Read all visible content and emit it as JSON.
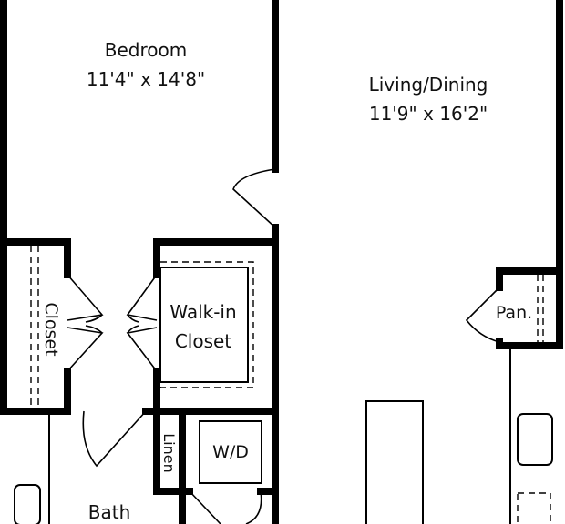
{
  "rooms": {
    "bedroom": {
      "name": "Bedroom",
      "dims": "11'4\" x 14'8\""
    },
    "living": {
      "name": "Living/Dining",
      "dims": "11'9\" x 16'2\""
    },
    "closet": {
      "name": "Closet"
    },
    "walkin": {
      "line1": "Walk-in",
      "line2": "Closet"
    },
    "pantry": {
      "name": "Pan."
    },
    "linen": {
      "name": "Linen"
    },
    "wd": {
      "name": "W/D"
    },
    "bath": {
      "name": "Bath"
    }
  }
}
